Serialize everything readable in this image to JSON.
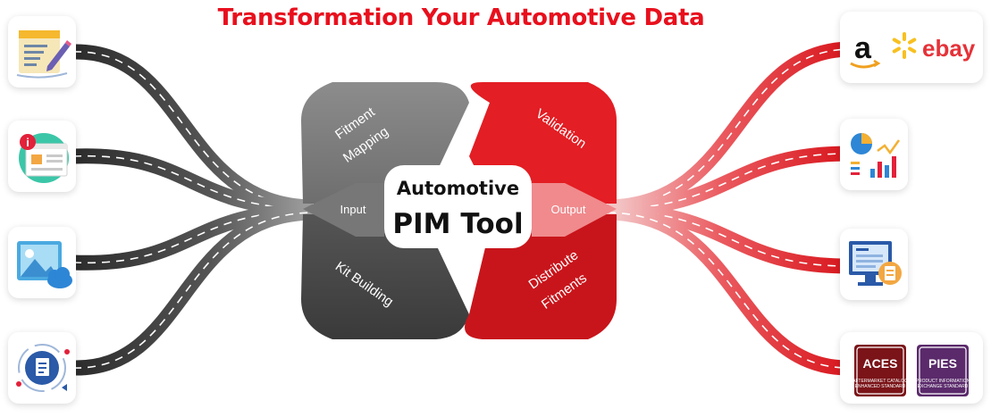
{
  "title": "Transformation Your Automotive Data",
  "center": {
    "line1": "Automotive",
    "line2": "PIM Tool"
  },
  "input_label": "Input",
  "output_label": "Output",
  "petals": {
    "fitment_mapping": [
      "Fitment",
      "Mapping"
    ],
    "kit_building": "Kit Building",
    "validation": "Validation",
    "distribute_fitments": [
      "Distribute",
      "Fitments"
    ]
  },
  "marketplaces": {
    "amazon": "a",
    "ebay": "ebay"
  },
  "standards": {
    "aces": {
      "name": "ACES",
      "caption": [
        "AFTERMARKET CATALOG",
        "ENHANCED STANDARD"
      ]
    },
    "pies": {
      "name": "PIES",
      "caption": [
        "PRODUCT INFORMATION",
        "EXCHANGE STANDARD"
      ]
    }
  },
  "colors": {
    "title": "#e8101d",
    "red": "#e31e24",
    "gray": "#555555",
    "road_dark": "#333333"
  },
  "icons": {
    "inputs": [
      "document-edit-icon",
      "product-info-icon",
      "image-cloud-icon",
      "document-sync-icon"
    ],
    "outputs": [
      "marketplace-logos",
      "analytics-chart-icon",
      "data-monitor-icon",
      "standards-badges"
    ]
  }
}
